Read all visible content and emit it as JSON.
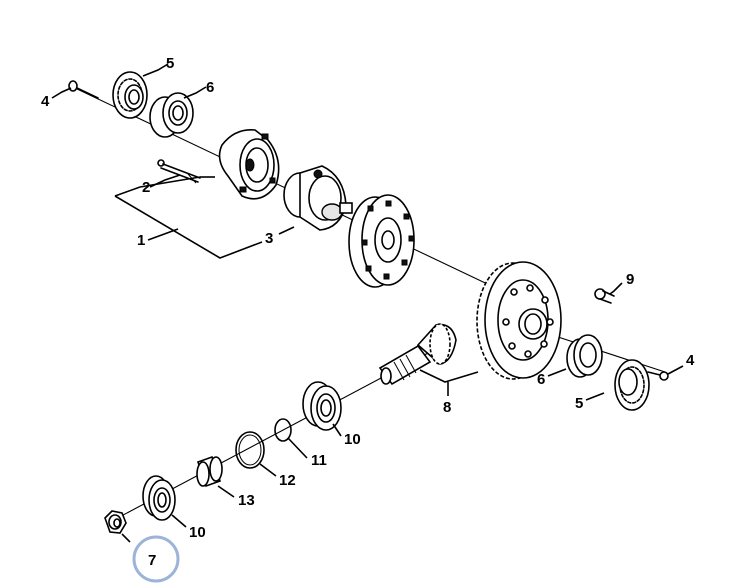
{
  "diagram": {
    "callouts": [
      {
        "id": "c1",
        "label": "1"
      },
      {
        "id": "c2",
        "label": "2"
      },
      {
        "id": "c3",
        "label": "3"
      },
      {
        "id": "c4a",
        "label": "4"
      },
      {
        "id": "c4b",
        "label": "4"
      },
      {
        "id": "c5a",
        "label": "5"
      },
      {
        "id": "c5b",
        "label": "5"
      },
      {
        "id": "c6a",
        "label": "6"
      },
      {
        "id": "c6b",
        "label": "6"
      },
      {
        "id": "c7",
        "label": "7"
      },
      {
        "id": "c8",
        "label": "8"
      },
      {
        "id": "c9",
        "label": "9"
      },
      {
        "id": "c10a",
        "label": "10"
      },
      {
        "id": "c10b",
        "label": "10"
      },
      {
        "id": "c11",
        "label": "11"
      },
      {
        "id": "c12",
        "label": "12"
      },
      {
        "id": "c13",
        "label": "13"
      }
    ],
    "highlight_color": "#9db4d8",
    "line_color": "#000000"
  }
}
